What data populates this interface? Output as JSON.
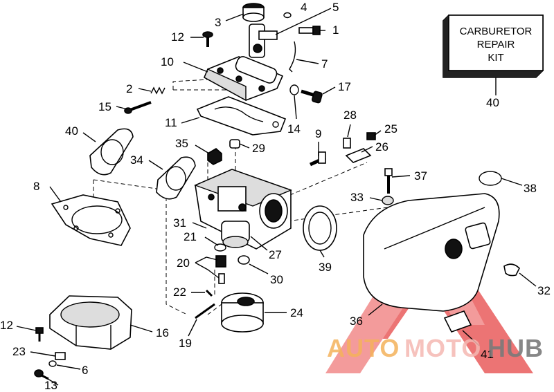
{
  "kit_box": {
    "lines": [
      "CARBURETOR",
      "REPAIR",
      "KIT"
    ],
    "number": "40"
  },
  "labels": [
    "1",
    "2",
    "3",
    "4",
    "5",
    "6",
    "7",
    "8",
    "9",
    "10",
    "11",
    "12",
    "12",
    "13",
    "14",
    "15",
    "16",
    "17",
    "19",
    "20",
    "21",
    "22",
    "23",
    "24",
    "25",
    "26",
    "27",
    "28",
    "29",
    "30",
    "31",
    "32",
    "33",
    "34",
    "35",
    "36",
    "37",
    "38",
    "39",
    "40",
    "41"
  ],
  "watermark": {
    "parts": [
      "AUTO",
      "MOTO",
      "HUB"
    ],
    "colors": {
      "auto": "#f3b25a",
      "moto": "#f4b7b2",
      "hub": "#7a7a7a",
      "triangle": "#e64646"
    }
  }
}
